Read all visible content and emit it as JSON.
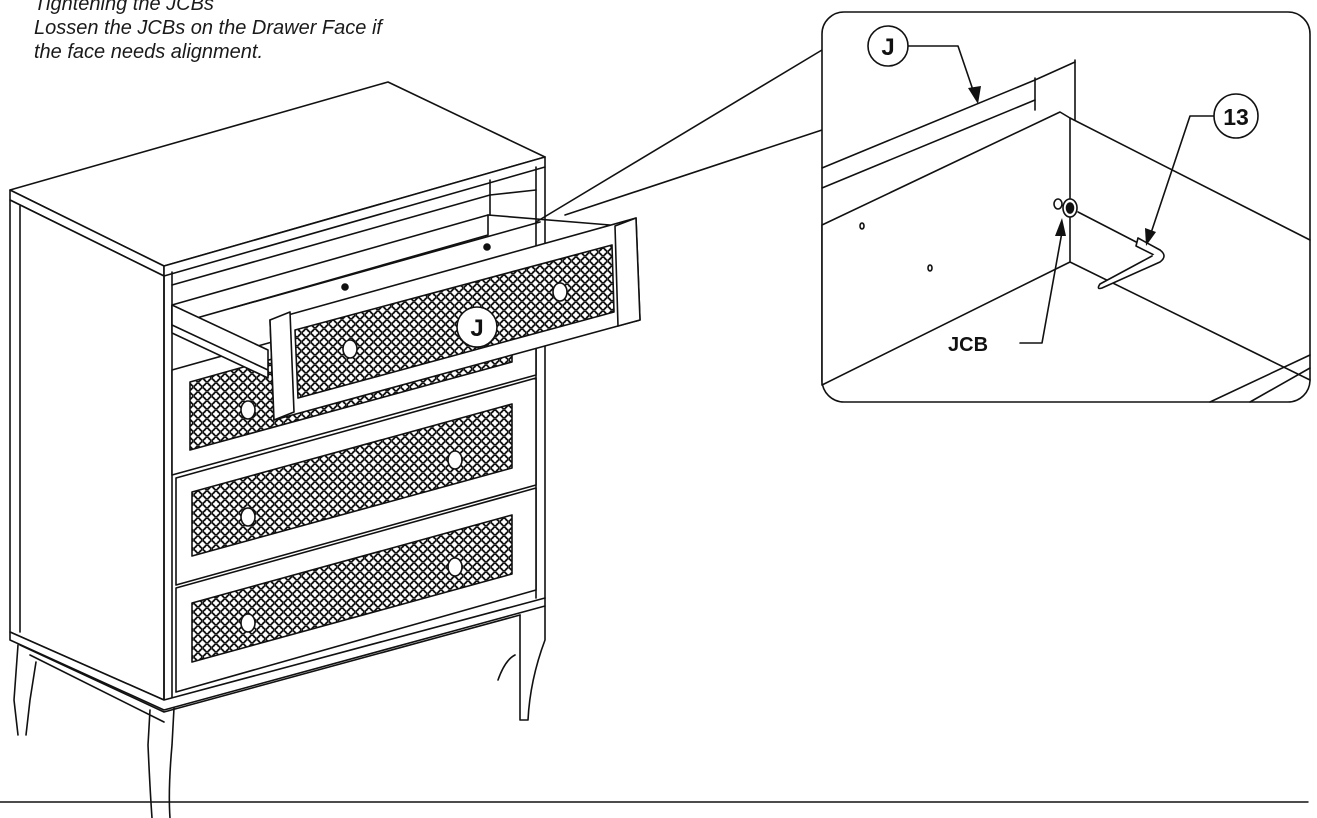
{
  "instruction": {
    "lines": [
      "Tightening the JCBs",
      "Lossen the JCBs on the Drawer Face if",
      "the face needs alignment."
    ]
  },
  "callouts": {
    "drawer_face_label": "J",
    "detail_face_label": "J",
    "tool_label": "13",
    "bolt_label": "JCB"
  }
}
